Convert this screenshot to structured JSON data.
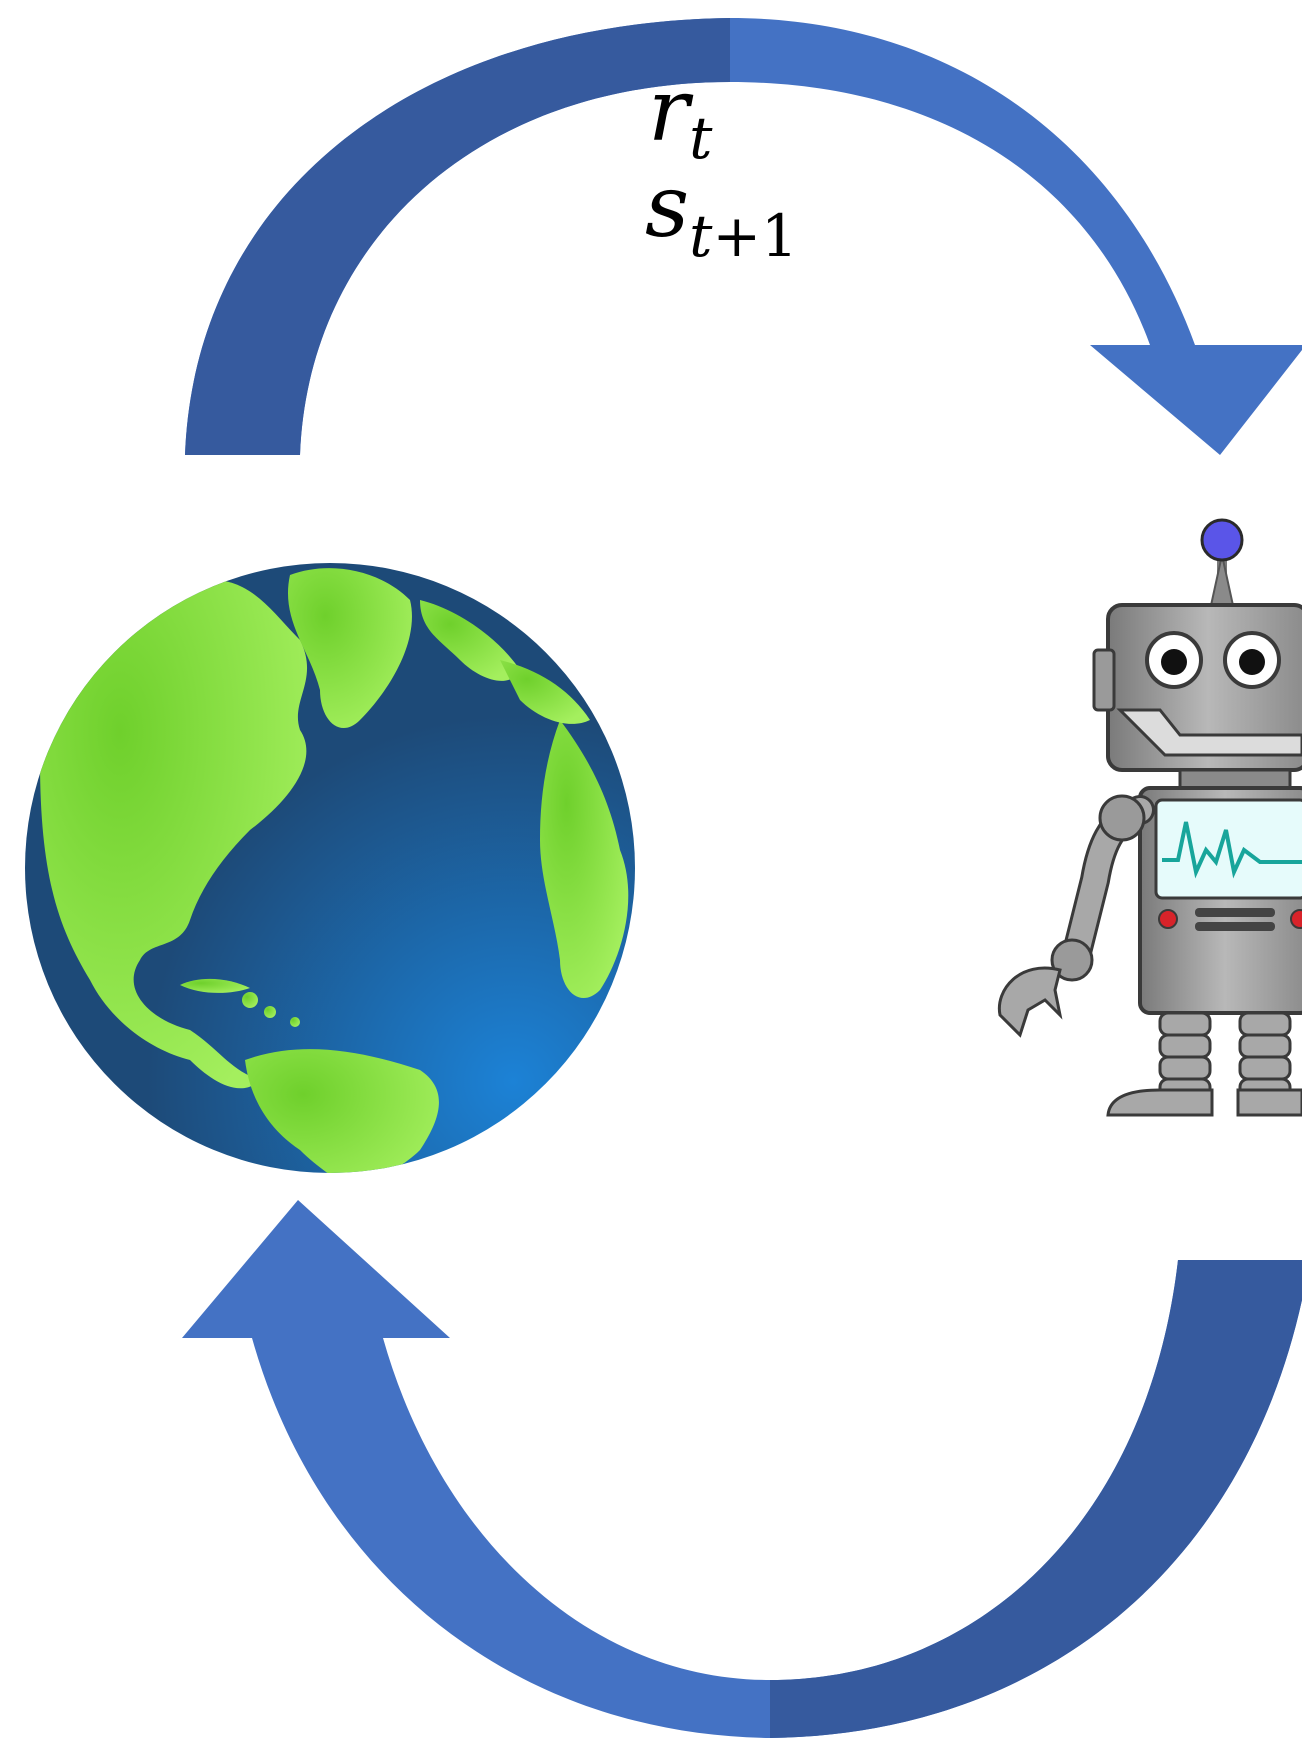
{
  "labels": {
    "reward_symbol": "r",
    "reward_subscript": "t",
    "state_symbol": "s",
    "state_subscript_var": "t",
    "state_subscript_rest": "+1"
  },
  "colors": {
    "arrow_fill_light": "#4472c4",
    "arrow_fill_dark": "#365a9e",
    "ocean": "#1d4a78",
    "land": "#86e04a",
    "robot_body": "#9a9a9a",
    "robot_antenna_ball": "#5a55e8",
    "robot_screen": "#e6fbfb",
    "robot_pulse": "#18a59b",
    "robot_buttons": "#d8232a"
  },
  "icons": {
    "environment": "earth-globe-icon",
    "agent": "robot-icon"
  }
}
